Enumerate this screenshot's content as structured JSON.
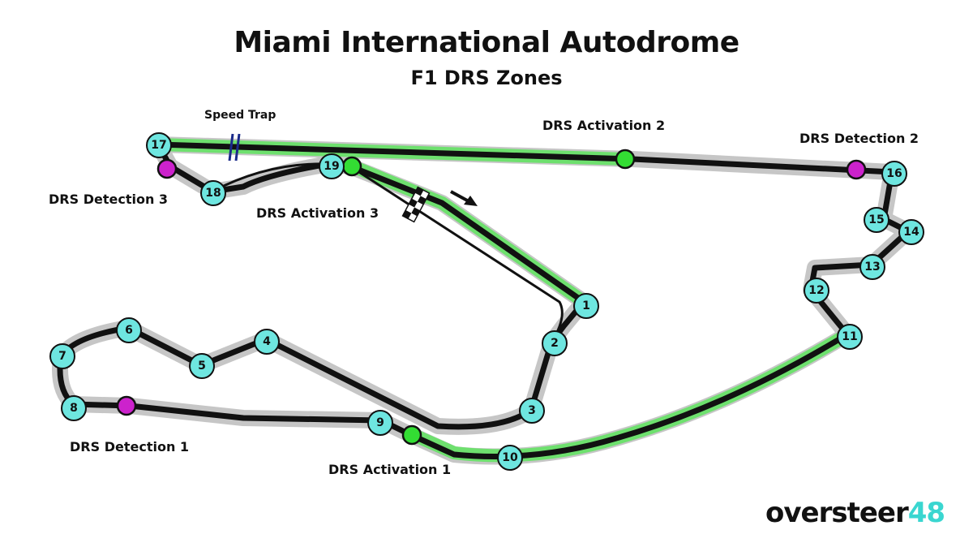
{
  "title": "Miami International Autodrome",
  "subtitle": "F1 DRS Zones",
  "labels": {
    "speed_trap": "Speed Trap",
    "drs_activation_1": "DRS Activation 1",
    "drs_activation_2": "DRS Activation 2",
    "drs_activation_3": "DRS Activation 3",
    "drs_detection_1": "DRS Detection 1",
    "drs_detection_2": "DRS Detection 2",
    "drs_detection_3": "DRS Detection 3"
  },
  "turns": [
    "1",
    "2",
    "3",
    "4",
    "5",
    "6",
    "7",
    "8",
    "9",
    "10",
    "11",
    "12",
    "13",
    "14",
    "15",
    "16",
    "17",
    "18",
    "19"
  ],
  "logo": {
    "part1": "oversteer",
    "part2": "48"
  },
  "colors": {
    "track": "#111111",
    "track_shadow": "#c4c4c4",
    "drs_zone": "#6ee06e",
    "activation_point": "#33dd33",
    "detection_point": "#cc22cc",
    "turn_marker": "#6ee6e0",
    "speed_trap": "#1a2a8a",
    "logo_accent": "#3ad6d0"
  }
}
